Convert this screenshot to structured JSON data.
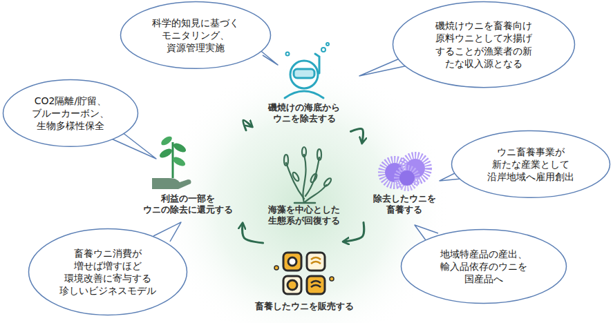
{
  "diagram": {
    "nodes": [
      {
        "text": [
          "磯焼けの海底から ウニを除去する"
        ]
      },
      {
        "text": [
          "除去したウニを 畜養する"
        ]
      },
      {
        "text": [
          "畜養したウニを販売する"
        ]
      },
      {
        "text": [
          "利益の一部を ウニの除去に還元する"
        ]
      },
      {
        "text": [
          "海藻を中心とした 生態系が回復する"
        ]
      },
      {
        "text": [
          "科学的知見に基づく モニタリング、 資源管理実施"
        ]
      },
      {
        "text": [
          "磯焼けウニを畜養向け 原料ウニとして水揚げ することが漁業者の新 たな収入源となる"
        ]
      },
      {
        "text": [
          "CO2隔離/貯留、 ブルーカーボン、 生物多様性保全"
        ]
      },
      {
        "text": [
          "ウニ畜養事業が 新たな産業として 沿岸地域へ雇用創出"
        ]
      },
      {
        "text": [
          "畜養ウニ消費が 増せば増すほど 環境改善に寄与する 珍しいビジネスモデル"
        ]
      },
      {
        "text": [
          "地域特産品の産出、 輸入品依存のウニを 国産品へ"
        ]
      }
    ],
    "edges": [
      {
        "from": 0,
        "to": 1,
        "arrow": "to"
      },
      {
        "from": 1,
        "to": 2,
        "arrow": "to"
      },
      {
        "from": 2,
        "to": 3,
        "arrow": "to"
      },
      {
        "from": 3,
        "to": 0,
        "arrow": "to"
      }
    ]
  }
}
